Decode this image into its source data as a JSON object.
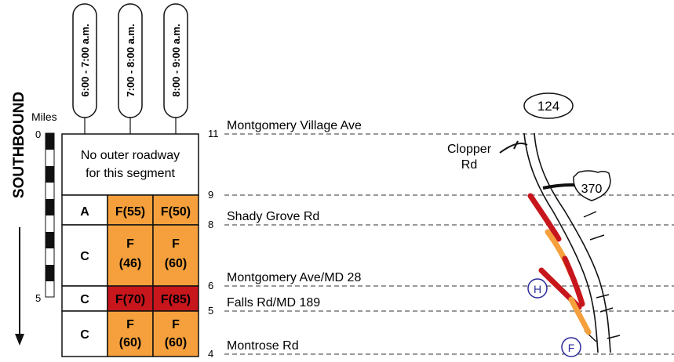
{
  "direction": "SOUTHBOUND",
  "miles_label": "Miles",
  "scale": {
    "top": "0",
    "bottom": "5"
  },
  "time_periods": [
    "6:00 - 7:00 a.m.",
    "7:00 - 8:00 a.m.",
    "8:00 - 9:00 a.m."
  ],
  "no_roadway_note": [
    "No outer roadway",
    "for this segment"
  ],
  "segments": [
    {
      "type": "range",
      "cells": [
        "A",
        "F(55)",
        "F(50)"
      ]
    },
    {
      "type": "range",
      "cells": [
        "C",
        "F",
        "F"
      ],
      "sub": [
        "",
        "(46)",
        "(60)"
      ]
    },
    {
      "type": "range",
      "cells": [
        "C",
        "F(70)",
        "F(85)"
      ]
    },
    {
      "type": "range",
      "cells": [
        "C",
        "F",
        "F"
      ],
      "sub": [
        "",
        "(60)",
        "(60)"
      ]
    }
  ],
  "cell_colors": {
    "none": "#ffffff",
    "F_orange": "#f5a03c",
    "F_red": "#c8161d"
  },
  "mileposts": [
    {
      "mile": "11",
      "label": "Montgomery Village Ave"
    },
    {
      "mile": "9",
      "label": ""
    },
    {
      "mile": "8",
      "label": "Shady Grove Rd"
    },
    {
      "mile": "6",
      "label": "Montgomery Ave/MD 28"
    },
    {
      "mile": "5",
      "label": "Falls Rd/MD 189"
    },
    {
      "mile": "4",
      "label": "Montrose Rd"
    }
  ],
  "map": {
    "route_124": "124",
    "route_370": "370",
    "clopper": [
      "Clopper",
      "Rd"
    ],
    "marker_h": "H",
    "marker_f": "F"
  }
}
